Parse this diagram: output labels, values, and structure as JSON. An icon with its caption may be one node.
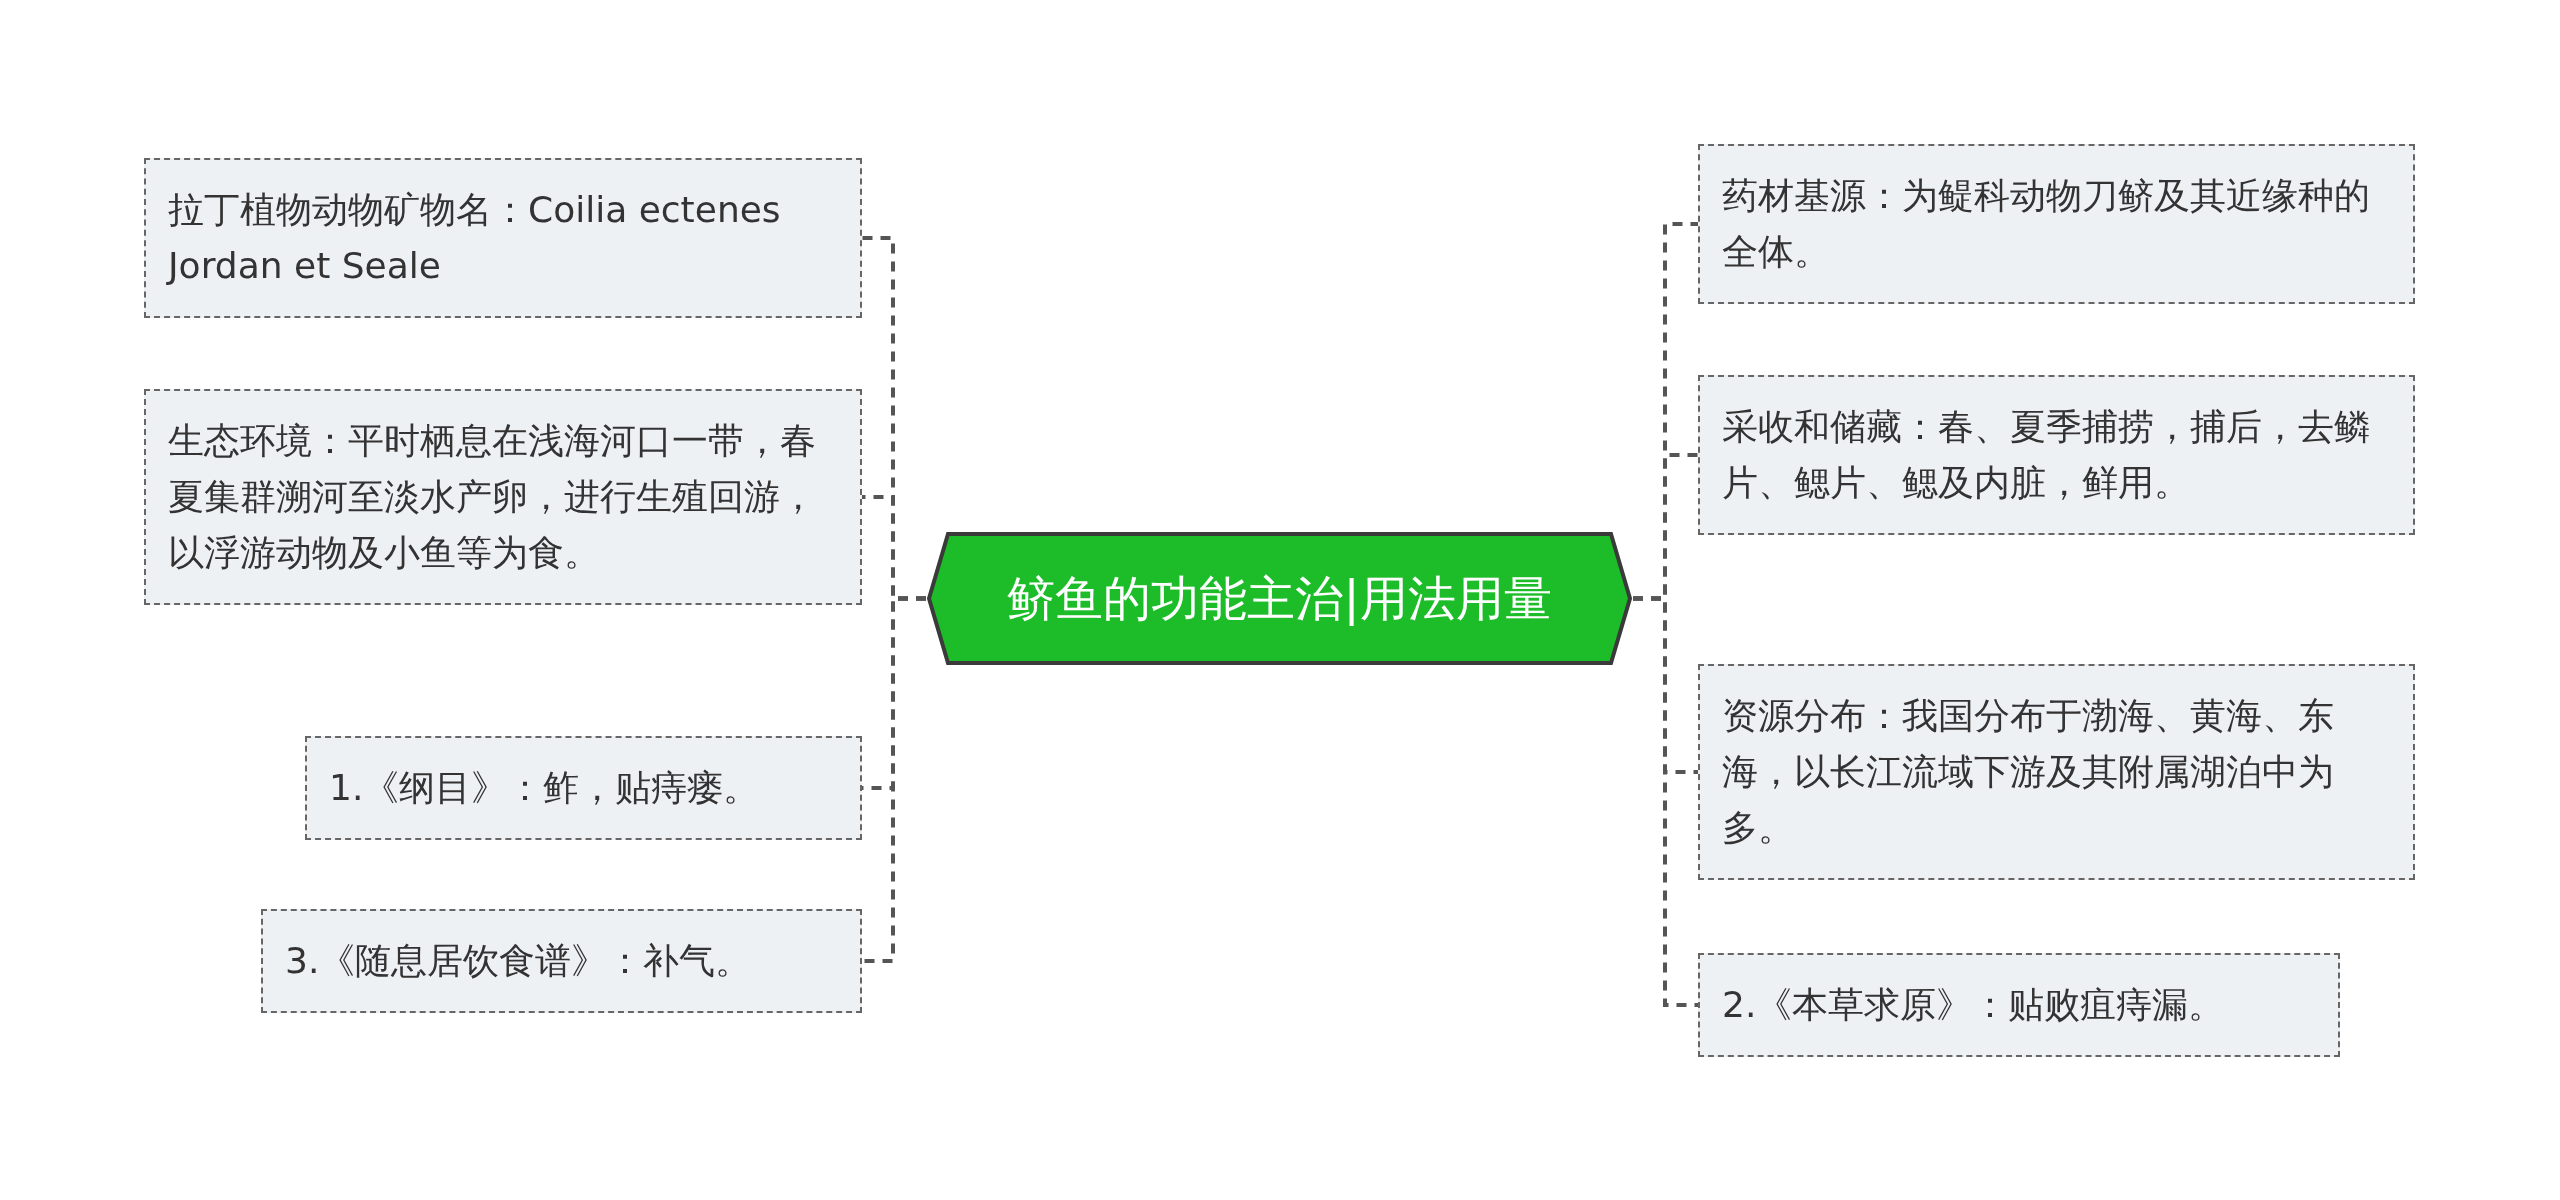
{
  "diagram": {
    "nodes": [
      {
        "text": [
          "鲚鱼的功能主治|用法用量"
        ]
      },
      {
        "text": [
          "拉丁植物动物矿物名：Coilia ectenes Jordan et Seale"
        ]
      },
      {
        "text": [
          "生态环境：平时栖息在浅海河口一带，春夏集群溯河至淡水产卵，进行生殖回游，以浮游动物及小鱼等为食。"
        ]
      },
      {
        "text": [
          "1.《纲目》：鲊，贴痔瘘。"
        ]
      },
      {
        "text": [
          "3.《随息居饮食谱》：补气。"
        ]
      },
      {
        "text": [
          "药材基源：为鳀科动物刀鲚及其近缘种的全体。"
        ]
      },
      {
        "text": [
          "采收和储藏：春、夏季捕捞，捕后，去鳞片、鳃片、鳃及内脏，鲜用。"
        ]
      },
      {
        "text": [
          "资源分布：我国分布于渤海、黄海、东海，以长江流域下游及其附属湖泊中为多。"
        ]
      },
      {
        "text": [
          "2.《本草求原》：贴败疽痔漏。"
        ]
      }
    ],
    "edges": [
      {
        "from": 0,
        "to": 1,
        "arrow": "none",
        "style": "dashed"
      },
      {
        "from": 0,
        "to": 2,
        "arrow": "none",
        "style": "dashed"
      },
      {
        "from": 0,
        "to": 3,
        "arrow": "none",
        "style": "dashed"
      },
      {
        "from": 0,
        "to": 4,
        "arrow": "none",
        "style": "dashed"
      },
      {
        "from": 0,
        "to": 5,
        "arrow": "none",
        "style": "dashed"
      },
      {
        "from": 0,
        "to": 6,
        "arrow": "none",
        "style": "dashed"
      },
      {
        "from": 0,
        "to": 7,
        "arrow": "none",
        "style": "dashed"
      },
      {
        "from": 0,
        "to": 8,
        "arrow": "none",
        "style": "dashed"
      }
    ]
  }
}
